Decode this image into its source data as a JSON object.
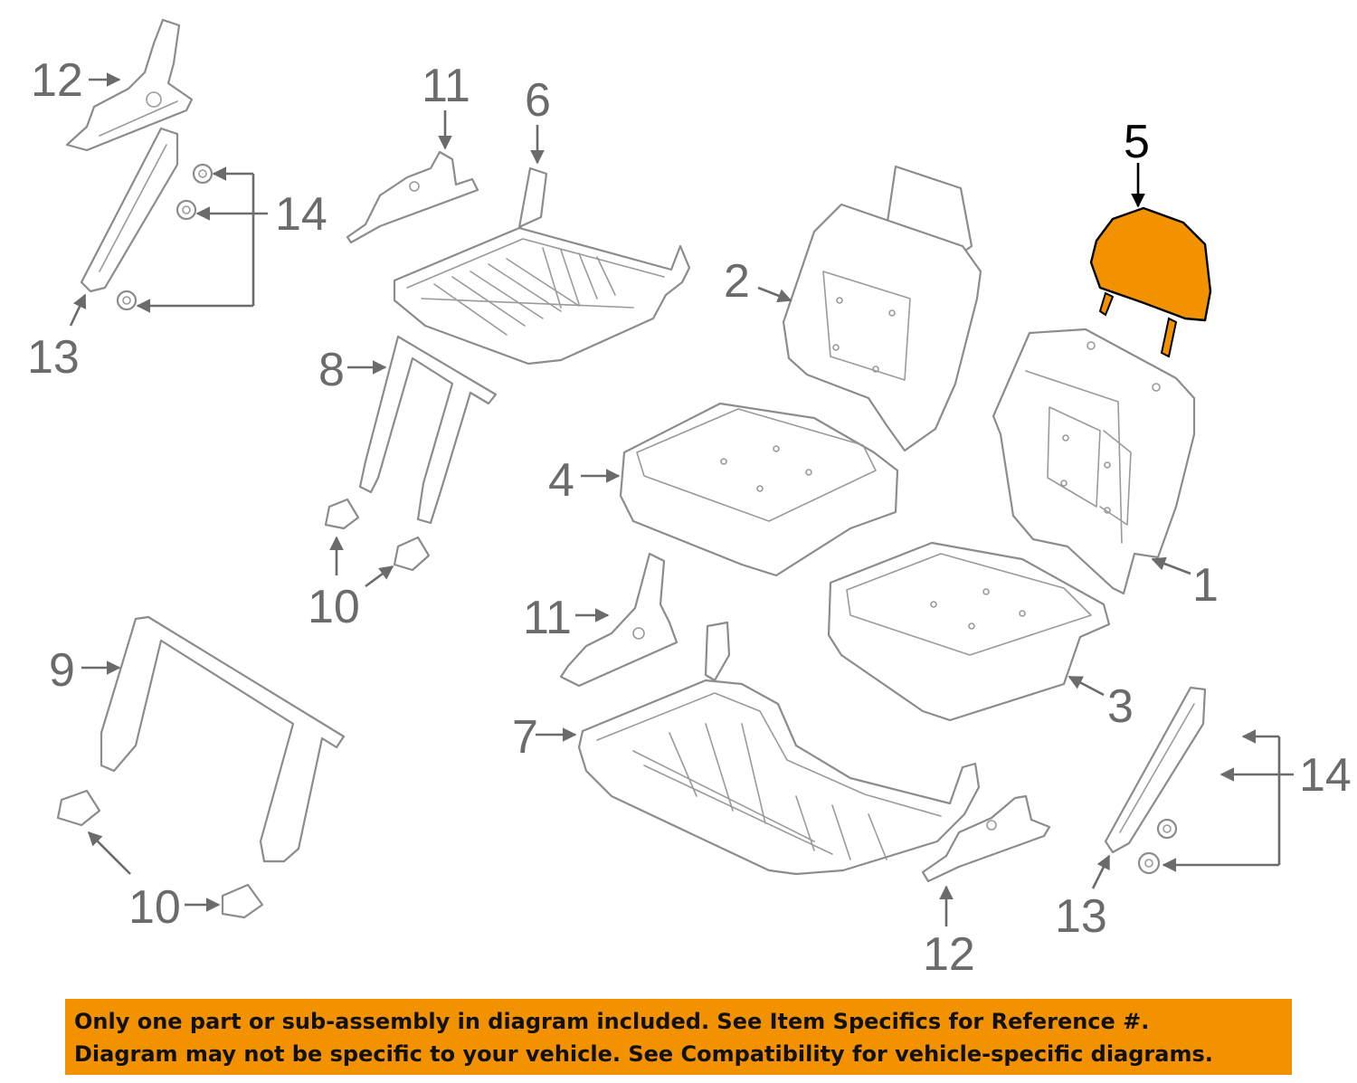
{
  "diagram": {
    "callouts": [
      {
        "id": "c12a",
        "label": "12"
      },
      {
        "id": "c13a",
        "label": "13"
      },
      {
        "id": "c14a",
        "label": "14"
      },
      {
        "id": "c11a",
        "label": "11"
      },
      {
        "id": "c6",
        "label": "6"
      },
      {
        "id": "c2",
        "label": "2"
      },
      {
        "id": "c5",
        "label": "5"
      },
      {
        "id": "c8",
        "label": "8"
      },
      {
        "id": "c4",
        "label": "4"
      },
      {
        "id": "c1",
        "label": "1"
      },
      {
        "id": "c10a",
        "label": "10"
      },
      {
        "id": "c11b",
        "label": "11"
      },
      {
        "id": "c9",
        "label": "9"
      },
      {
        "id": "c7",
        "label": "7"
      },
      {
        "id": "c3",
        "label": "3"
      },
      {
        "id": "c14b",
        "label": "14"
      },
      {
        "id": "c10b",
        "label": "10"
      },
      {
        "id": "c13b",
        "label": "13"
      },
      {
        "id": "c12b",
        "label": "12"
      }
    ],
    "highlighted_part": "5",
    "colors": {
      "highlight": "#f39200",
      "line": "#8c8c8c",
      "label": "#6b6b6b"
    }
  },
  "banner": {
    "line1": "Only one part or sub-assembly in diagram included. See Item Specifics for Reference #.",
    "line2": "Diagram may not be specific to your vehicle. See Compatibility for vehicle-specific diagrams."
  }
}
